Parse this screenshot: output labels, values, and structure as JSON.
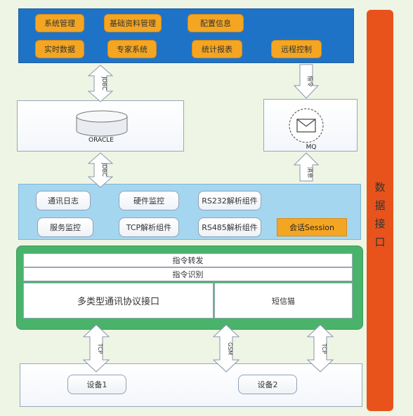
{
  "top_menu": {
    "row1": [
      "系统管理",
      "基础资料管理",
      "配置信息"
    ],
    "row2": [
      "实时数据",
      "专家系统",
      "统计报表",
      "远程控制"
    ]
  },
  "database": {
    "label": "ORACLE"
  },
  "mq": {
    "label": "MQ"
  },
  "arrows": {
    "jdbc_top": "JDBC",
    "jdbc_mid": "JDBC",
    "command": "指令",
    "message": "消息",
    "tcp_left": "TCP",
    "gsm": "GSM",
    "tcp_right": "TCP"
  },
  "components": {
    "comm_log": "通讯日志",
    "hw_monitor": "硬件监控",
    "rs232": "RS232解析组件",
    "service_monitor": "服务监控",
    "tcp_parser": "TCP解析组件",
    "rs485": "RS485解析组件",
    "session": "会话Session"
  },
  "gateway": {
    "forward": "指令转发",
    "identify": "指令识别",
    "multi_protocol": "多类型通讯协议接口",
    "sms_cat": "短信猫"
  },
  "devices": {
    "device1": "设备1",
    "device2": "设备2"
  },
  "data_interface": {
    "chars": [
      "数",
      "据",
      "接",
      "口"
    ]
  },
  "colors": {
    "top_bar": "#1f73c7",
    "menu_button": "#f4a623",
    "side_bar": "#e8531c",
    "gateway": "#4ab36b",
    "components_panel": "#a5d6ef"
  }
}
